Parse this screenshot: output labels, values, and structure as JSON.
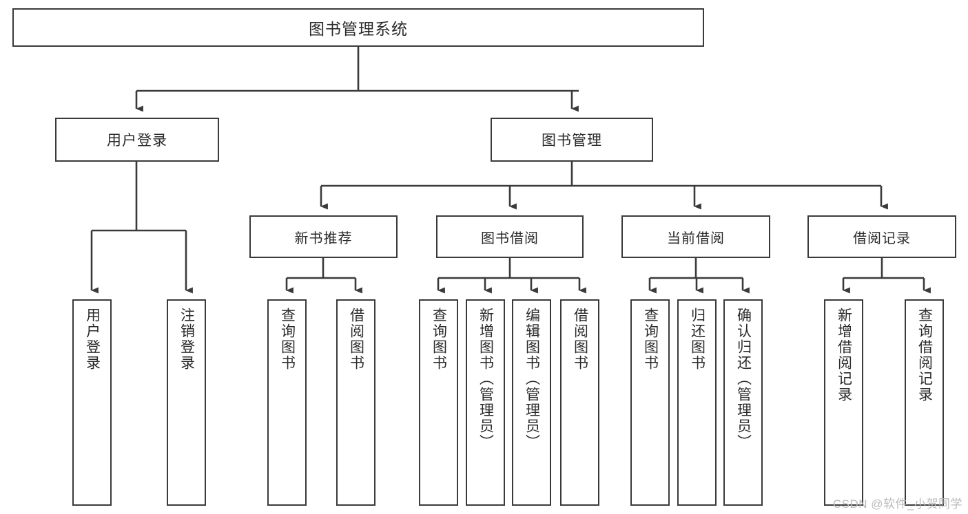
{
  "diagram": {
    "type": "tree-hierarchy-chart",
    "title": "图书管理系统",
    "watermark": "CSDN @软件_小贺同学",
    "colors": {
      "stroke": "#3a3a3a",
      "fill": "#ffffff",
      "text": "#2b2b2b",
      "watermark": "#b9b9b9"
    },
    "root": {
      "label": "图书管理系统"
    },
    "level1": [
      {
        "label": "用户登录"
      },
      {
        "label": "图书管理"
      }
    ],
    "level2": [
      {
        "label": "新书推荐"
      },
      {
        "label": "图书借阅"
      },
      {
        "label": "当前借阅"
      },
      {
        "label": "借阅记录"
      }
    ],
    "leaves": {
      "user_login": [
        {
          "label": "用户登录"
        },
        {
          "label": "注销登录"
        }
      ],
      "new_book_recommend": [
        {
          "label": "查询图书"
        },
        {
          "label": "借阅图书"
        }
      ],
      "book_borrow": [
        {
          "label": "查询图书"
        },
        {
          "label": "新增图书（管理员）"
        },
        {
          "label": "编辑图书（管理员）"
        },
        {
          "label": "借阅图书"
        }
      ],
      "current_borrow": [
        {
          "label": "查询图书"
        },
        {
          "label": "归还图书"
        },
        {
          "label": "确认归还（管理员）"
        }
      ],
      "borrow_record": [
        {
          "label": "新增借阅记录"
        },
        {
          "label": "查询借阅记录"
        }
      ]
    }
  }
}
